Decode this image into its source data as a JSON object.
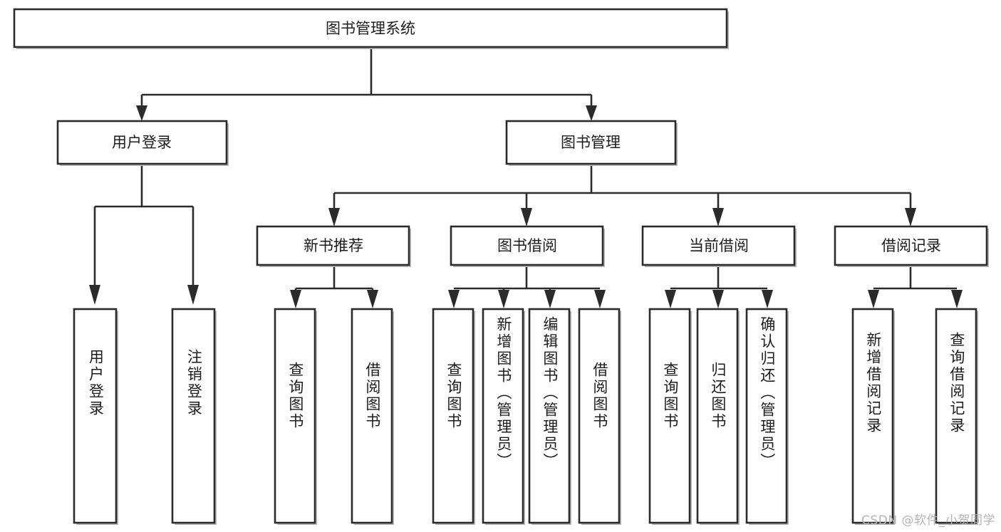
{
  "diagram": {
    "title": "图书管理系统",
    "type": "hierarchy-tree",
    "watermark": "CSDN @软件_小贺同学",
    "colors": {
      "stroke": "#2b2b2b",
      "box_fill": "#ffffff",
      "text": "#1c1c1c",
      "shadow": "#b8b8b8",
      "watermark": "#b4b4b4",
      "background": "#ffffff"
    },
    "levels": {
      "root": {
        "label": "图书管理系统"
      },
      "level2": [
        {
          "label": "用户登录"
        },
        {
          "label": "图书管理"
        }
      ],
      "level3": [
        {
          "label": "新书推荐"
        },
        {
          "label": "图书借阅"
        },
        {
          "label": "当前借阅"
        },
        {
          "label": "借阅记录"
        }
      ],
      "leaves": {
        "user_login": [
          {
            "label": "用户登录"
          },
          {
            "label": "注销登录"
          }
        ],
        "new_book_recommend": [
          {
            "label": "查询图书"
          },
          {
            "label": "借阅图书"
          }
        ],
        "book_borrow": [
          {
            "label": "查询图书"
          },
          {
            "label": "新增图书（管理员）"
          },
          {
            "label": "编辑图书（管理员）"
          },
          {
            "label": "借阅图书"
          }
        ],
        "current_borrow": [
          {
            "label": "查询图书"
          },
          {
            "label": "归还图书"
          },
          {
            "label": "确认归还（管理员）"
          }
        ],
        "borrow_records": [
          {
            "label": "新增借阅记录"
          },
          {
            "label": "查询借阅记录"
          }
        ]
      }
    }
  }
}
